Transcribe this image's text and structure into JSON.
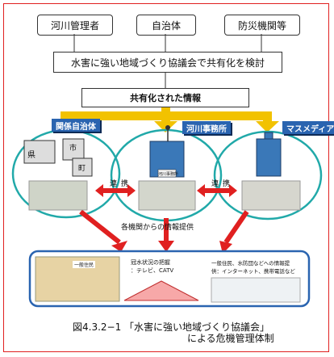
{
  "agencies": [
    {
      "label": "河川管理者"
    },
    {
      "label": "自治体"
    },
    {
      "label": "防災機関等"
    }
  ],
  "council_box": "水害に強い地域づくり協議会で共有化を検討",
  "shared_info": "共有化された情報",
  "groups": [
    {
      "tag": "関係自治体",
      "box1": "県",
      "box2": "市",
      "box3": "町"
    },
    {
      "tag": "河川事務所",
      "sign": "河川事務所"
    },
    {
      "tag": "マスメディア"
    }
  ],
  "link_labels": [
    "連",
    "携",
    "連",
    "携"
  ],
  "provision_label": "各機関からの情報提供",
  "bottom_panels": {
    "left_tag": "一般住民",
    "middle_text_1": "冠水状況の把握",
    "middle_text_2": "：テレビ、CATV",
    "right_text_1": "一般住民、水防団などへの情報提",
    "right_text_2": "供：インターネット、携帯電話など"
  },
  "caption_line1": "図4.3.2−1 「水害に強い地域づくり協議会」",
  "caption_line2": "による危機管理体制",
  "colors": {
    "frame": "#e02020",
    "yellow_arrow": "#f2c200",
    "red_arrow": "#e02020",
    "teal_ellipse": "#21a9a9",
    "blue_tag": "#2a64b0",
    "bottom_border": "#2a64b0"
  }
}
